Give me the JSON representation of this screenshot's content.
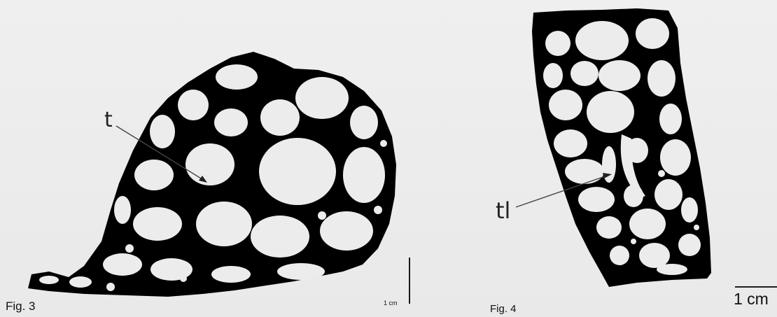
{
  "figures": {
    "fig3": {
      "caption": "Fig. 3",
      "label": "t",
      "scale": "1 cm"
    },
    "fig4": {
      "caption": "Fig. 4",
      "label": "tl",
      "scale": "1 cm"
    }
  },
  "colors": {
    "paper": "#ececec",
    "ink": "#000000"
  }
}
